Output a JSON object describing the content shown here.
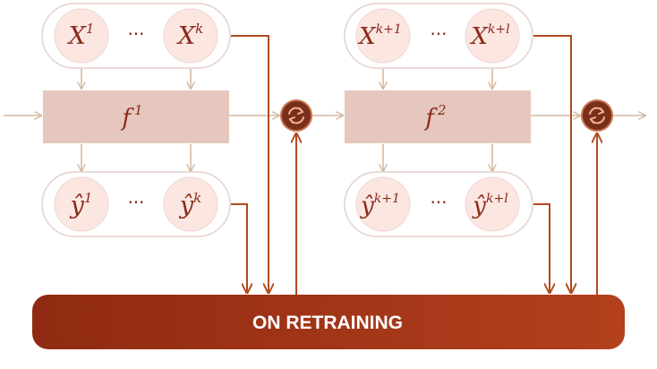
{
  "stages": [
    {
      "inputs": [
        {
          "base": "X",
          "sup": "1"
        },
        {
          "base": "X",
          "sup": "k"
        }
      ],
      "model": {
        "base": "f",
        "sup": "1"
      },
      "outputs": [
        {
          "base": "ŷ",
          "sup": "1"
        },
        {
          "base": "ŷ",
          "sup": "k"
        }
      ],
      "ellipsis": "···"
    },
    {
      "inputs": [
        {
          "base": "X",
          "sup": "k+1"
        },
        {
          "base": "X",
          "sup": "k+l"
        }
      ],
      "model": {
        "base": "f",
        "sup": "2"
      },
      "outputs": [
        {
          "base": "ŷ",
          "sup": "k+1"
        },
        {
          "base": "ŷ",
          "sup": "k+l"
        }
      ],
      "ellipsis": "···"
    }
  ],
  "retraining_bar": {
    "label": "ON RETRAINING"
  },
  "icons": {
    "refresh": "refresh-icon"
  },
  "colors": {
    "node_fill": "#fbe6e1",
    "node_stroke": "#eed6cf",
    "pill_stroke": "#e2d0c8",
    "model_fill": "#e5c7be",
    "flow_arrow": "#d6b9a0",
    "feedback_arrow": "#b04a1e",
    "refresh_fill": "#7a2f1c",
    "refresh_stroke": "#c7764e",
    "bar_start": "#8f2a12",
    "bar_end": "#b4401d",
    "bar_text": "#ffffff",
    "math_text": "#8a2a18"
  }
}
